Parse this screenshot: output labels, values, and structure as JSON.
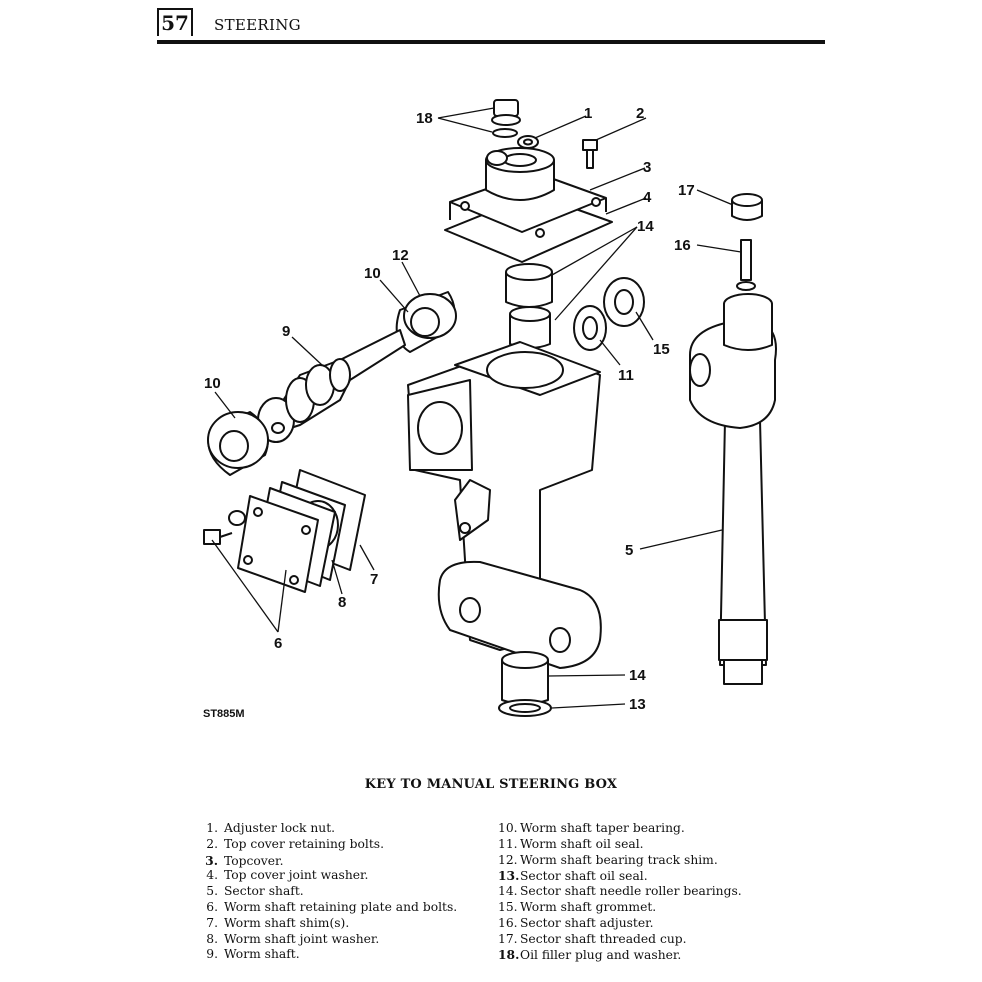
{
  "header": {
    "page_number": "57",
    "section": "STEERING"
  },
  "diagram": {
    "code": "ST885M",
    "callouts": [
      "18",
      "1",
      "2",
      "3",
      "4",
      "14",
      "17",
      "16",
      "12",
      "10",
      "9",
      "10",
      "15",
      "11",
      "5",
      "7",
      "8",
      "6",
      "14",
      "13"
    ]
  },
  "key": {
    "title": "KEY TO MANUAL STEERING BOX",
    "left": [
      {
        "num": "1.",
        "text": "Adjuster lock nut."
      },
      {
        "num": "2.",
        "text": "Top cover retaining bolts."
      },
      {
        "num": "3.",
        "text": "Topcover."
      },
      {
        "num": "4.",
        "text": "Top cover joint washer."
      },
      {
        "num": "5.",
        "text": "Sector shaft."
      },
      {
        "num": "6.",
        "text": "Worm shaft retaining plate and bolts."
      },
      {
        "num": "7.",
        "text": "Worm shaft shim(s)."
      },
      {
        "num": "8.",
        "text": "Worm shaft joint washer."
      },
      {
        "num": "9.",
        "text": "Worm shaft."
      }
    ],
    "right": [
      {
        "num": "10.",
        "text": "Worm shaft taper bearing."
      },
      {
        "num": "11.",
        "text": "Worm shaft oil seal."
      },
      {
        "num": "12.",
        "text": "Worm shaft bearing track shim."
      },
      {
        "num": "13.",
        "text": "Sector shaft oil seal."
      },
      {
        "num": "14.",
        "text": "Sector shaft needle roller bearings."
      },
      {
        "num": "15.",
        "text": "Worm shaft grommet."
      },
      {
        "num": "16.",
        "text": "Sector shaft adjuster."
      },
      {
        "num": "17.",
        "text": "Sector shaft threaded cup."
      },
      {
        "num": "18.",
        "text": "Oil filler plug and washer."
      }
    ]
  }
}
